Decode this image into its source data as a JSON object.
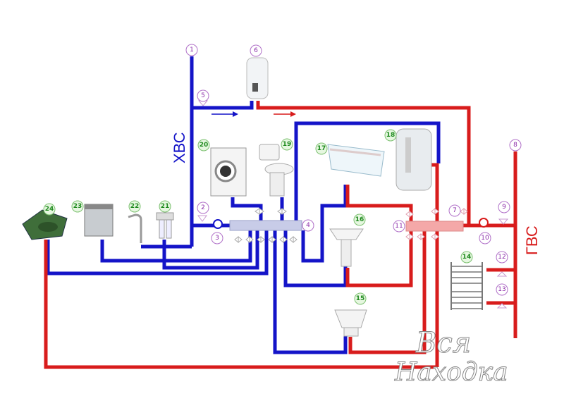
{
  "labels": {
    "cold": "ХВС",
    "hot": "ГВС"
  },
  "markers": {
    "m1": "1",
    "m2": "2",
    "m3": "3",
    "m4": "4",
    "m5": "5",
    "m6": "6",
    "m7": "7",
    "m8": "8",
    "m9": "9",
    "m10": "10",
    "m11": "11",
    "m12": "12",
    "m13": "13",
    "m14": "14",
    "m15": "15",
    "m16": "16",
    "m17": "17",
    "m18": "18",
    "m19": "19",
    "m20": "20",
    "m21": "21",
    "m22": "22",
    "m23": "23",
    "m24": "24"
  },
  "watermark": {
    "line1": "Вся",
    "line2": "Находка"
  },
  "colors": {
    "cold": "#1414c8",
    "hot": "#d81c1c"
  }
}
